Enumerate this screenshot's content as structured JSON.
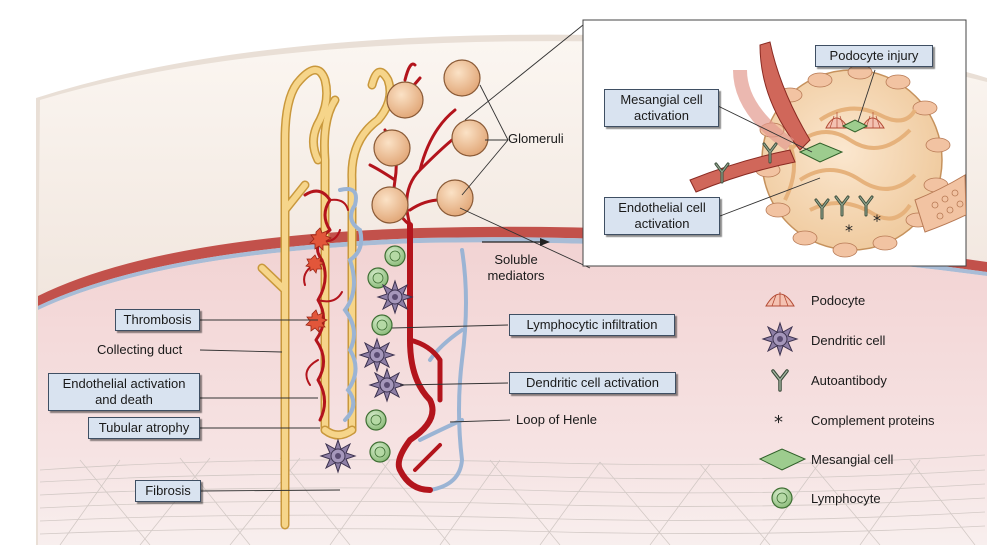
{
  "labels": {
    "glomeruli": "Glomeruli",
    "soluble_mediators": [
      "Soluble",
      "mediators"
    ],
    "collecting_duct": "Collecting duct",
    "loop_of_henle": "Loop of Henle"
  },
  "boxes": {
    "thrombosis": "Thrombosis",
    "endothelial_activation_death": [
      "Endothelial activation",
      "and death"
    ],
    "tubular_atrophy": "Tubular atrophy",
    "fibrosis": "Fibrosis",
    "lymphocytic_infiltration": "Lymphocytic infiltration",
    "dendritic_cell_activation": "Dendritic cell activation"
  },
  "inset": {
    "podocyte_injury": "Podocyte injury",
    "mesangial_cell_activation": [
      "Mesangial cell",
      "activation"
    ],
    "endothelial_cell_activation": [
      "Endothelial cell",
      "activation"
    ]
  },
  "legend": [
    {
      "icon": "podocyte-icon",
      "label": "Podocyte"
    },
    {
      "icon": "dendritic-cell-icon",
      "label": "Dendritic cell"
    },
    {
      "icon": "autoantibody-icon",
      "label": "Autoantibody"
    },
    {
      "icon": "complement-icon",
      "label": "Complement proteins"
    },
    {
      "icon": "mesangial-cell-icon",
      "label": "Mesangial cell"
    },
    {
      "icon": "lymphocyte-icon",
      "label": "Lymphocyte"
    }
  ],
  "colors": {
    "vessel_red": "#b3141c",
    "vessel_blue": "#9bb4d4",
    "tubule_yellow": "#f3c96a",
    "glomerulus": "#f2c59a",
    "lymphocyte": "#9cc98c",
    "dendritic": "#8e7fa6",
    "box_fill": "#d9e3f0"
  }
}
